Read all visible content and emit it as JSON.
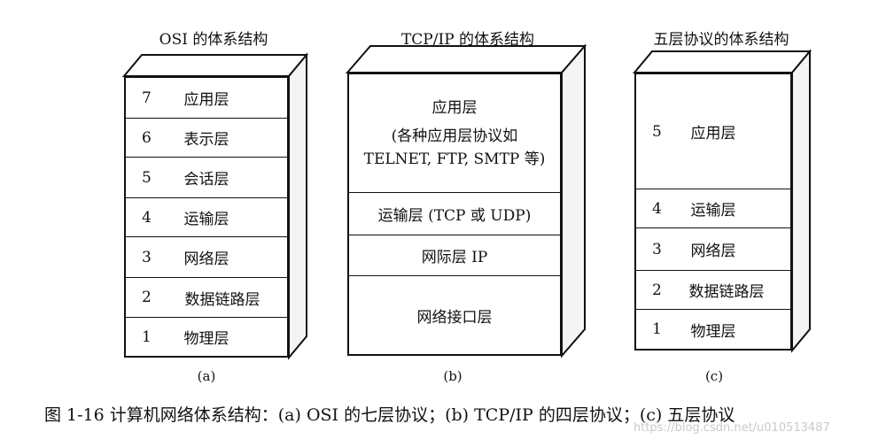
{
  "diagrams": [
    {
      "title": "OSI 的体系结构",
      "label": "(a)",
      "layers": [
        {
          "num": "7",
          "name": "应用层"
        },
        {
          "num": "6",
          "name": "表示层"
        },
        {
          "num": "5",
          "name": "会话层"
        },
        {
          "num": "4",
          "name": "运输层"
        },
        {
          "num": "3",
          "name": "网络层"
        },
        {
          "num": "2",
          "name": "数据链路层"
        },
        {
          "num": "1",
          "name": "物理层"
        }
      ]
    },
    {
      "title": "TCP/IP 的体系结构",
      "label": "(b)",
      "layers": [
        {
          "num": "",
          "name": "应用层",
          "lines": [
            "(各种应用层协议如",
            "TELNET, FTP, SMTP 等)"
          ]
        },
        {
          "num": "",
          "name": "运输层 (TCP 或 UDP)"
        },
        {
          "num": "",
          "name": "网际层 IP"
        },
        {
          "num": "",
          "name": "网络接口层"
        }
      ]
    },
    {
      "title": "五层协议的体系结构",
      "label": "(c)",
      "layers": [
        {
          "num": "5",
          "name": "应用层"
        },
        {
          "num": "4",
          "name": "运输层"
        },
        {
          "num": "3",
          "name": "网络层"
        },
        {
          "num": "2",
          "name": "数据链路层"
        },
        {
          "num": "1",
          "name": "物理层"
        }
      ]
    }
  ],
  "caption": "图 1-16   计算机网络体系结构：(a) OSI 的七层协议；(b) TCP/IP 的四层协议；(c) 五层协议",
  "watermark": "https://blog.csdn.net/u010513487"
}
